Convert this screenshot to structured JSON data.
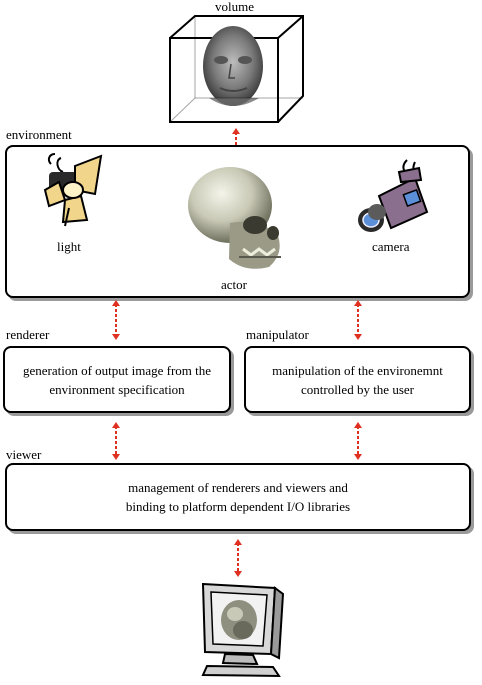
{
  "labels": {
    "volume": "volume",
    "environment": "environment",
    "light": "light",
    "actor": "actor",
    "camera": "camera",
    "renderer": "renderer",
    "manipulator": "manipulator",
    "viewer": "viewer"
  },
  "boxes": {
    "renderer_text": "generation of output image from the\nenvironment specification",
    "manipulator_text": "manipulation of the environemnt\ncontrolled by the user",
    "viewer_text": "management of renderers and viewers and\nbinding to platform dependent I/O libraries"
  },
  "colors": {
    "arrow": "#e03020",
    "box_border": "#000000",
    "shadow": "#9a9a9a"
  },
  "icons": [
    "volume-cube-head-icon",
    "spotlight-icon",
    "skull-actor-icon",
    "video-camera-icon",
    "monitor-icon"
  ]
}
